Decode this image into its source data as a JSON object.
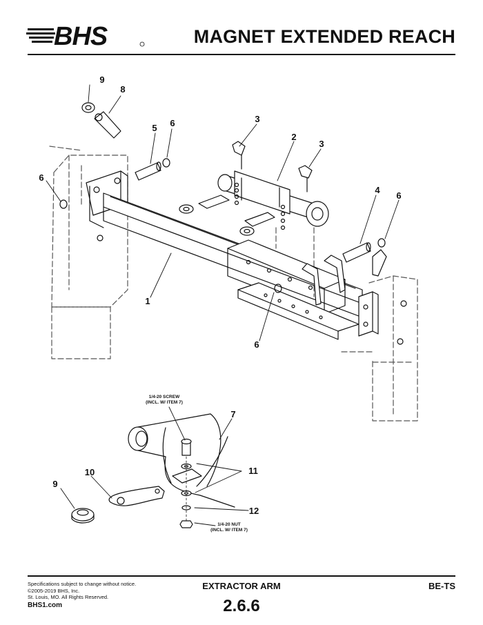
{
  "header": {
    "logo_text": "BHS",
    "title": "MAGNET EXTENDED REACH"
  },
  "diagram": {
    "callouts": {
      "c1": "1",
      "c2": "2",
      "c3a": "3",
      "c3b": "3",
      "c4": "4",
      "c5": "5",
      "c6a": "6",
      "c6b": "6",
      "c6c": "6",
      "c6d": "6",
      "c7": "7",
      "c8": "8",
      "c9a": "9",
      "c9b": "9",
      "c10": "10",
      "c11": "11",
      "c12": "12"
    },
    "notes": {
      "screw_line1": "1/4-20 SCREW",
      "screw_line2": "(INCL. W/ ITEM 7)",
      "nut_line1": "1/4-20 NUT",
      "nut_line2": "(INCL. W/ ITEM 7)"
    }
  },
  "footer": {
    "disclaimer": "Specifications subject to change without notice.",
    "copyright": "©2005-2019 BHS, Inc.",
    "address": "St. Louis, MO.  All Rights Reserved.",
    "website": "BHS1.com",
    "section_name": "EXTRACTOR ARM",
    "section_number": "2.6.6",
    "model_code": "BE-TS"
  },
  "colors": {
    "ink": "#111111",
    "phantom": "#555555",
    "background": "#ffffff"
  }
}
